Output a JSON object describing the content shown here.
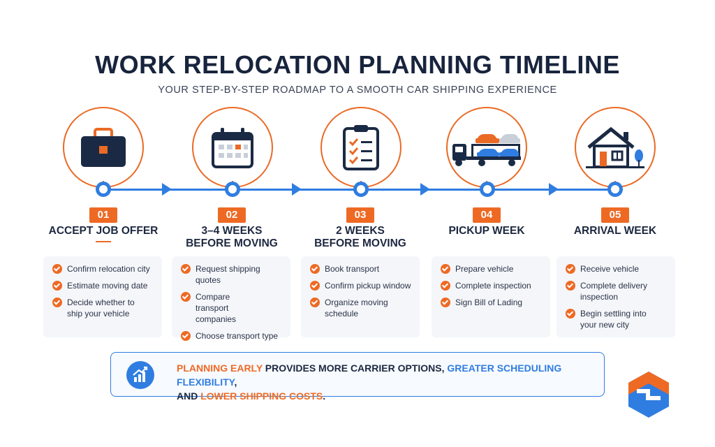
{
  "header": {
    "title": "WORK RELOCATION PLANNING TIMELINE",
    "subtitle": "YOUR STEP-BY-STEP ROADMAP TO A SMOOTH CAR SHIPPING EXPERIENCE"
  },
  "steps": [
    {
      "number": "01",
      "title_line1": "ACCEPT JOB OFFER",
      "title_line2": "",
      "icon": "briefcase-icon",
      "items": [
        "Confirm relocation city",
        "Estimate moving date",
        "Decide whether to ship your vehicle"
      ]
    },
    {
      "number": "02",
      "title_line1": "3–4 WEEKS",
      "title_line2": "BEFORE MOVING",
      "icon": "calendar-icon",
      "items": [
        "Request shipping quotes",
        "Compare transport companies",
        "Choose transport type"
      ]
    },
    {
      "number": "03",
      "title_line1": "2 WEEKS",
      "title_line2": "BEFORE MOVING",
      "icon": "clipboard-checklist-icon",
      "items": [
        "Book transport",
        "Confirm pickup window",
        "Organize moving schedule"
      ]
    },
    {
      "number": "04",
      "title_line1": "PICKUP WEEK",
      "title_line2": "",
      "icon": "car-carrier-truck-icon",
      "items": [
        "Prepare vehicle",
        "Complete inspection",
        "Sign Bill of Lading"
      ]
    },
    {
      "number": "05",
      "title_line1": "ARRIVAL WEEK",
      "title_line2": "",
      "icon": "house-icon",
      "items": [
        "Receive vehicle",
        "Complete delivery inspection",
        "Begin settling into your new city"
      ]
    }
  ],
  "banner": {
    "icon": "growth-chart-icon",
    "part1": "PLANNING EARLY",
    "part2": " PROVIDES MORE CARRIER OPTIONS, ",
    "part3": "GREATER SCHEDULING FLEXIBILITY",
    "part4": ",",
    "part5": "AND ",
    "part6": "LOWER SHIPPING COSTS",
    "part7": "."
  },
  "brand": {
    "logo": "brand-logo-icon",
    "orange": "#ee6a24",
    "blue": "#2f7de1",
    "navy": "#18243d"
  }
}
